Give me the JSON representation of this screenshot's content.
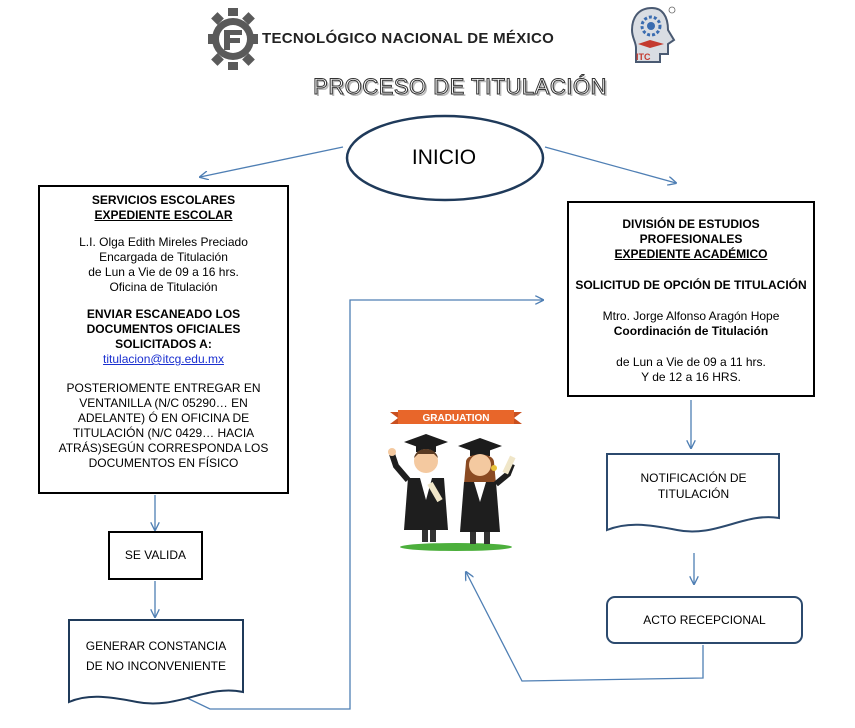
{
  "header": {
    "institution": "TECNOLÓGICO NACIONAL DE MÉXICO",
    "seal_text": "ITC",
    "title": "PROCESO DE TITULACIÓN"
  },
  "start": {
    "label": "INICIO"
  },
  "servicios": {
    "title": "SERVICIOS ESCOLARES",
    "subtitle": "EXPEDIENTE ESCOLAR",
    "line1": "L.I. Olga Edith Mireles Preciado",
    "line2": "Encargada de Titulación",
    "line3": "de Lun a Vie de 09 a 16 hrs.",
    "line4": "Oficina de Titulación",
    "instruction": "ENVIAR ESCANEADO LOS DOCUMENTOS OFICIALES SOLICITADOS A:",
    "email": "titulacion@itcg.edu.mx",
    "delivery": "POSTERIOMENTE ENTREGAR EN VENTANILLA (N/C 05290… EN ADELANTE) Ó EN OFICINA DE TITULACIÓN (N/C 0429… HACIA ATRÁS)SEGÚN CORRESPONDA LOS DOCUMENTOS EN FÍSICO"
  },
  "se_valida": {
    "label": "SE VALIDA"
  },
  "constancia": {
    "line1": "GENERAR CONSTANCIA",
    "line2": "DE NO INCONVENIENTE"
  },
  "division": {
    "title": "DIVISIÓN DE ESTUDIOS PROFESIONALES",
    "subtitle": "EXPEDIENTE ACADÉMICO",
    "solicitud": "SOLICITUD DE OPCIÓN DE TITULACIÓN",
    "person": "Mtro. Jorge Alfonso Aragón Hope",
    "role": "Coordinación de Titulación",
    "hours1": "de Lun a Vie de 09 a 11 hrs.",
    "hours2": "Y de 12 a 16 HRS."
  },
  "notificacion": {
    "line1": "NOTIFICACIÓN DE",
    "line2": "TITULACIÓN"
  },
  "acto": {
    "label": "ACTO RECEPCIONAL"
  },
  "graduation": {
    "banner": "GRADUATION"
  },
  "colors": {
    "connector": "#4f7fb4",
    "box_border": "#1f3a5a",
    "link": "#1a2fd0"
  }
}
